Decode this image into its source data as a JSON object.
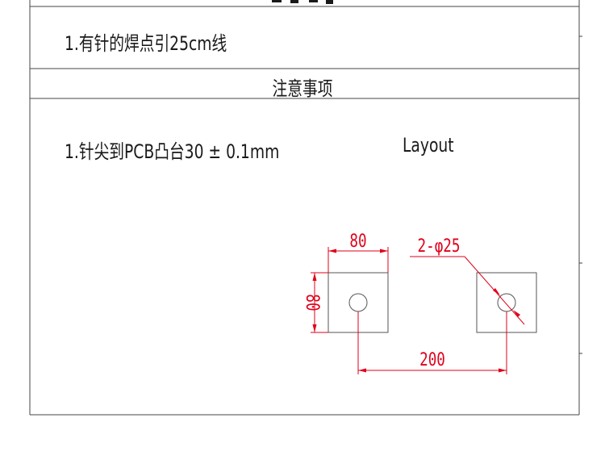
{
  "doc": {
    "step1": "1.有针的焊点引25cm线",
    "notes_heading": "注意事项",
    "note1": "1.针尖到PCB凸台30 ± 0.1mm",
    "layout_label": "Layout"
  },
  "drawing": {
    "dim_width": "80",
    "dim_height": "80",
    "dim_spacing": "200",
    "hole_callout": "2-φ25",
    "dim_color": "#e0001a",
    "line_color": "#555555"
  }
}
